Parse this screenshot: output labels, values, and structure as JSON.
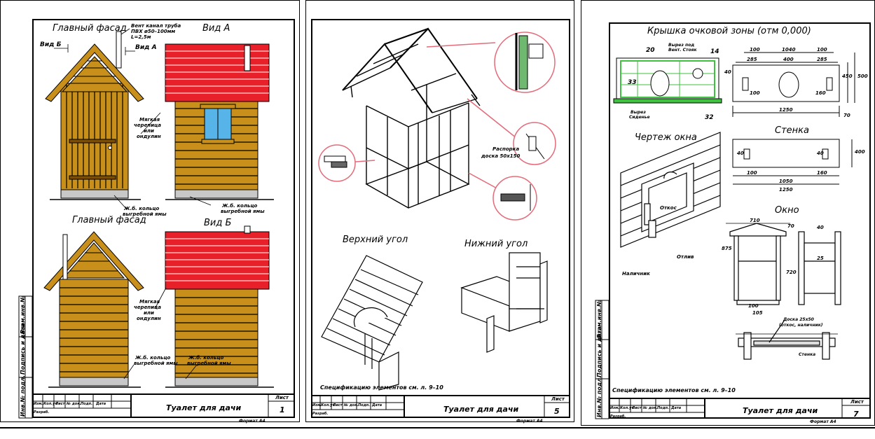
{
  "sheet1": {
    "facade_top": "Главный фасад",
    "facade_bottom": "Главный фасад",
    "view_a": "Вид А",
    "view_b": "Вид Б",
    "arrow_b": "Вид Б",
    "arrow_a": "Вид А",
    "vent_1": "Вент канал труба",
    "vent_2": "ПВХ ø50–100мм",
    "vent_3": "L=2,5м",
    "roof_1": "Мягкая",
    "roof_2": "черепица",
    "roof_3": "или",
    "roof_4": "ондулин",
    "ring_1": "Ж.б. кольцо",
    "ring_2": "выгребной ямы",
    "title": "Туалет для дачи",
    "sheet_label": "Лист",
    "sheet_no": "1",
    "format": "Формат А4",
    "tb_cols": [
      "Изм.",
      "Кол.уч",
      "Лист",
      "№ док.",
      "Подп.",
      "Дата"
    ],
    "tb_dev": "Разраб.",
    "side_1": "Инв.№ подл.",
    "side_2": "Подпись и дата",
    "side_3": "Взам.инв.№"
  },
  "sheet5": {
    "rafter": "Распорка",
    "rafter_2": "доска 50х150",
    "top_corner": "Верхний угол",
    "bottom_corner": "Нижний угол",
    "spec": "Спецификацию элементов см. л. 9–10",
    "title": "Туалет для дачи",
    "sheet_label": "Лист",
    "sheet_no": "5",
    "format": "Формат А4",
    "tb_cols": [
      "Изм.",
      "Кол.уч",
      "Лист",
      "№ док.",
      "Подп.",
      "Дата"
    ],
    "tb_dev": "Разраб."
  },
  "sheet7": {
    "lid_title": "Крышка очковой зоны (отм 0,000)",
    "window_drawing": "Чертеж окна",
    "wall": "Стенка",
    "window": "Окно",
    "n20": "20",
    "n14": "14",
    "n33": "33",
    "n32": "32",
    "cut_1": "Вырез под",
    "cut_2": "Вент. Стояк",
    "cut_3": "Вырез",
    "cut_4": "Сиденье",
    "otkos": "Откос",
    "otliv": "Отлив",
    "nalichnik": "Наличник",
    "board_1": "Доска 25х50",
    "board_2": "(откос, наличник)",
    "stenka_lbl": "Стенка",
    "d100a": "100",
    "d1040": "1040",
    "d100b": "100",
    "d285a": "285",
    "d400": "400",
    "d285b": "285",
    "d100c": "100",
    "d160": "160",
    "d1250": "1250",
    "d40": "40",
    "d450": "450",
    "d500": "500",
    "d70": "70",
    "w40a": "40",
    "w40b": "40",
    "w400": "400",
    "w100": "100",
    "w160": "160",
    "w1050": "1050",
    "w1250": "1250",
    "o710": "710",
    "o70": "70",
    "o40": "40",
    "o875": "875",
    "o25": "25",
    "o720": "720",
    "o100": "100",
    "o105": "105",
    "spec": "Спецификацию элементов см. л. 9–10",
    "title": "Туалет для дачи",
    "sheet_label": "Лист",
    "sheet_no": "7",
    "format": "Формат А4",
    "tb_cols": [
      "Изм.",
      "Кол.уч",
      "Лист",
      "№ док.",
      "Подп.",
      "Дата"
    ],
    "tb_dev": "Разраб.",
    "side_1": "Инв.№ подл.",
    "side_2": "Подпись и дата",
    "side_3": "Взам.инв.№"
  },
  "colors": {
    "wood": "#c8901a",
    "roof": "#e8202a",
    "glass": "#57b4e8",
    "base": "#c8c8c8",
    "marker": "#e46b7a",
    "lid": "#3fc23f"
  }
}
